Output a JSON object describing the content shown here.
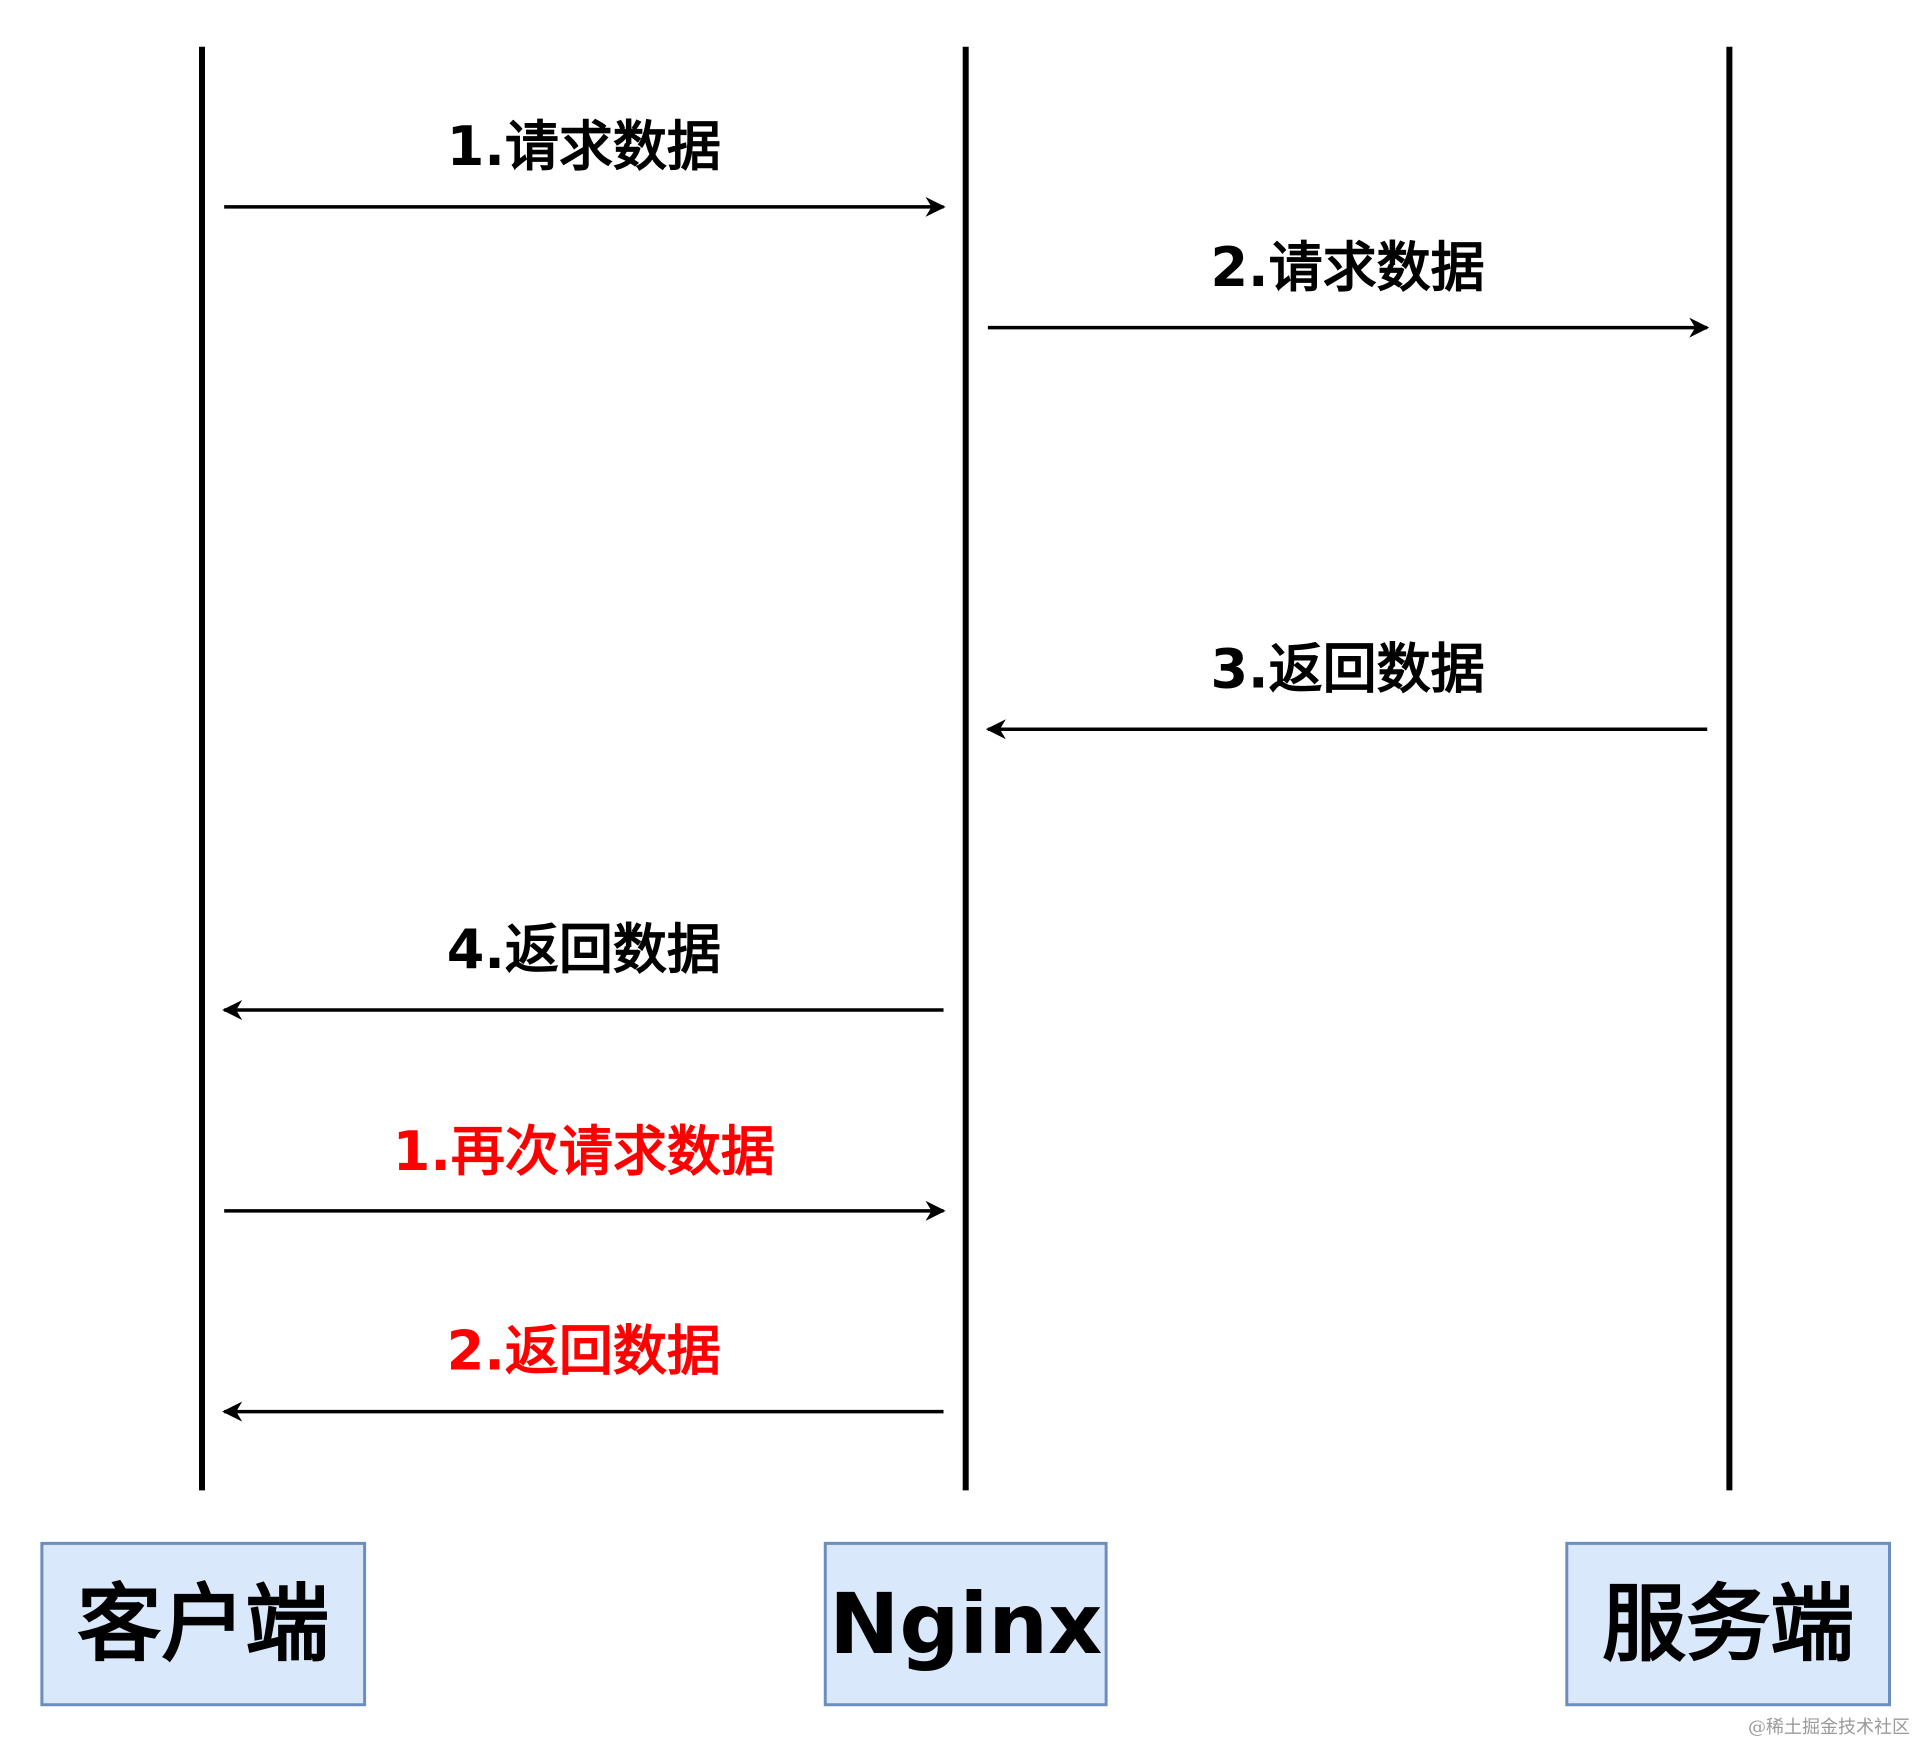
{
  "colors": {
    "line": "#000000",
    "box_fill": "#dae8fc",
    "box_stroke": "#6c8ebf",
    "text": "#000000",
    "highlight": "#ff0000",
    "watermark": "#9a9a9a"
  },
  "participants": [
    {
      "id": "client",
      "label": "客户端"
    },
    {
      "id": "nginx",
      "label": "Nginx"
    },
    {
      "id": "server",
      "label": "服务端"
    }
  ],
  "messages": [
    {
      "label": "1.请求数据",
      "from": "client",
      "to": "nginx",
      "highlight": false
    },
    {
      "label": "2.请求数据",
      "from": "nginx",
      "to": "server",
      "highlight": false
    },
    {
      "label": "3.返回数据",
      "from": "server",
      "to": "nginx",
      "highlight": false
    },
    {
      "label": "4.返回数据",
      "from": "nginx",
      "to": "client",
      "highlight": false
    },
    {
      "label": "1.再次请求数据",
      "from": "client",
      "to": "nginx",
      "highlight": true
    },
    {
      "label": "2.返回数据",
      "from": "nginx",
      "to": "client",
      "highlight": true
    }
  ],
  "watermark": "@稀土掘金技术社区"
}
